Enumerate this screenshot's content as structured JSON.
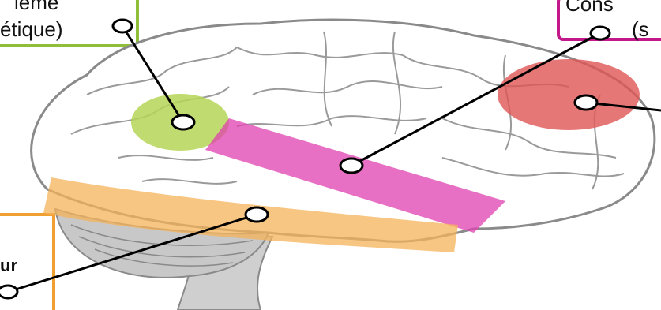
{
  "labels": {
    "top_left_line1": "ième",
    "top_left_line2": "étique)",
    "top_right_line1": "Cons",
    "top_right_line2": "(s",
    "bottom_left": "ur"
  },
  "colors": {
    "green_region": "#b5d657",
    "pink_region": "#e040b0",
    "red_region": "#e05555",
    "orange_region": "#f6b35a",
    "green_box": "#8fbf3a",
    "pink_box": "#c2188a",
    "orange_box": "#f0a030",
    "brain_outline": "#8a8a8a",
    "cerebellum": "#bdbdbd"
  }
}
